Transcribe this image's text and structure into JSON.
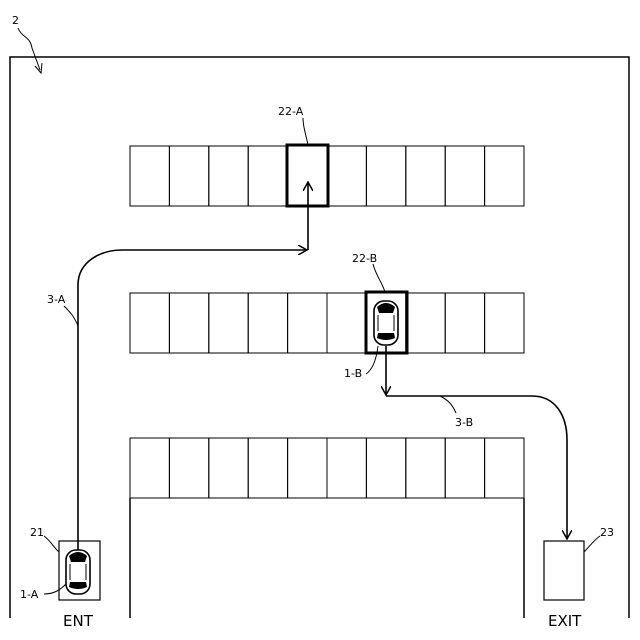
{
  "labels": {
    "lot": "2",
    "space_a": "22-A",
    "space_b": "22-B",
    "route_a": "3-A",
    "route_b": "3-B",
    "vehicle_a": "1-A",
    "vehicle_b": "1-B",
    "entrance_ref": "21",
    "exit_ref": "23",
    "entrance": "ENT",
    "exit": "EXIT"
  },
  "rows": [
    {
      "spaces": 10,
      "highlighted_index": 4
    },
    {
      "spaces": 10,
      "highlighted_index": 6
    },
    {
      "spaces": 10,
      "highlighted_index": null
    }
  ]
}
